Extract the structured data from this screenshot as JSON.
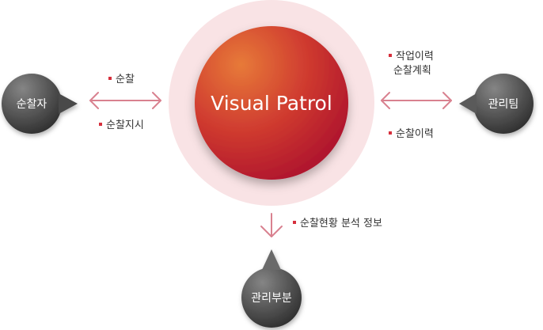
{
  "center": {
    "label": "Visual Patrol"
  },
  "nodes": {
    "patroller": {
      "label": "순찰자"
    },
    "management_team": {
      "label": "관리팀"
    },
    "management_dept": {
      "label": "관리부분"
    }
  },
  "left_link": {
    "upper": "순찰",
    "lower": "순찰지시"
  },
  "right_link": {
    "upper_line1": "작업이력",
    "upper_line2": "순찰계획",
    "lower": "순찰이력"
  },
  "bottom_link": {
    "label": "순찰현황 분석 정보"
  },
  "colors": {
    "halo": "#f8e1e3",
    "center_light": "#e5753a",
    "center_dark": "#b81c34",
    "node_light": "#7a7a7a",
    "node_dark": "#3a3a3a",
    "arrow": "#d9818f",
    "bullet": "#d62f3c"
  }
}
